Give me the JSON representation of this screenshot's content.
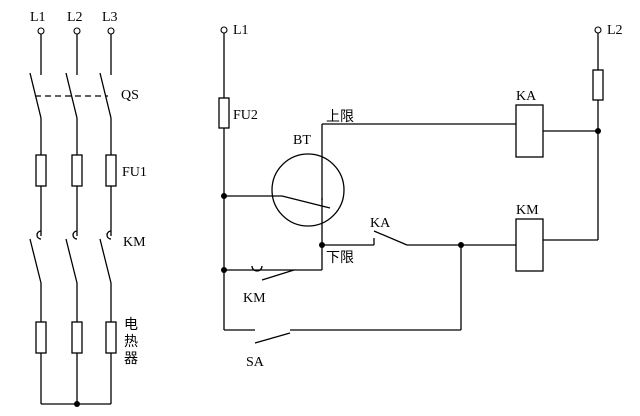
{
  "main_circuit": {
    "phase_labels": [
      "L1",
      "L2",
      "L3"
    ],
    "switch_label": "QS",
    "fuse_label": "FU1",
    "contactor_label": "KM",
    "heater_label": [
      "电",
      "热",
      "器"
    ]
  },
  "control_circuit": {
    "supply_left": "L1",
    "supply_right": "L2",
    "fuse_label": "FU2",
    "thermometer_label": "BT",
    "upper_limit_label": "上限",
    "lower_limit_label": "下限",
    "relay_contact_label": "KA",
    "relay_coil_label": "KA",
    "contactor_coil_label": "KM",
    "contactor_contact_label": "KM",
    "manual_switch_label": "SA"
  }
}
